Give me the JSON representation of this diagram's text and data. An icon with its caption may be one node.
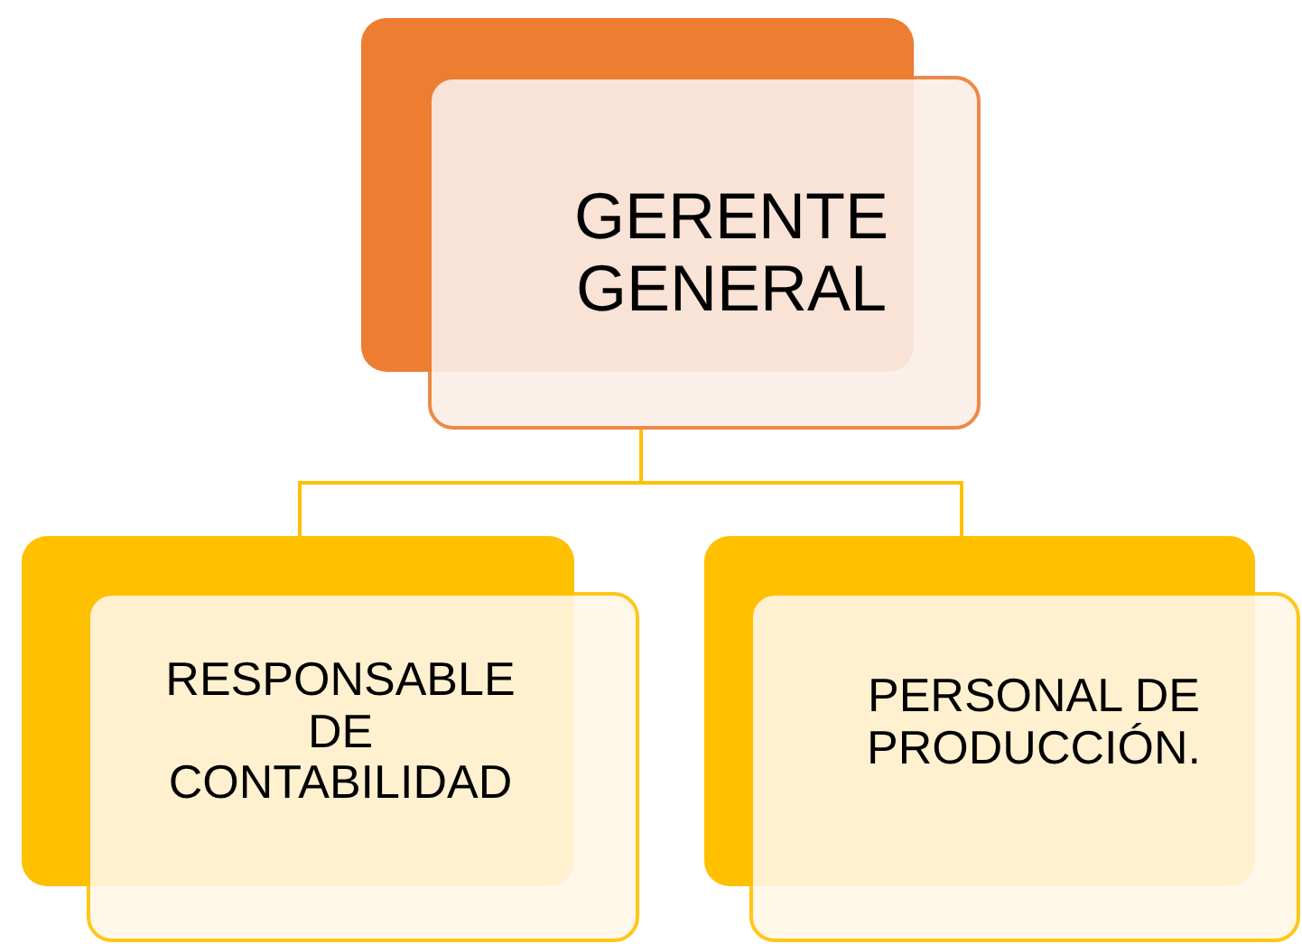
{
  "diagram": {
    "nodes": [
      {
        "text": [
          "GERENTE GENERAL"
        ]
      },
      {
        "text": [
          "RESPONSABLE DE CONTABILIDAD"
        ]
      },
      {
        "text": [
          "PERSONAL DE PRODUCCIÓN."
        ]
      }
    ],
    "edges": [
      {
        "from": 0,
        "to": 1,
        "arrow": "none"
      },
      {
        "from": 0,
        "to": 2,
        "arrow": "none"
      }
    ]
  }
}
